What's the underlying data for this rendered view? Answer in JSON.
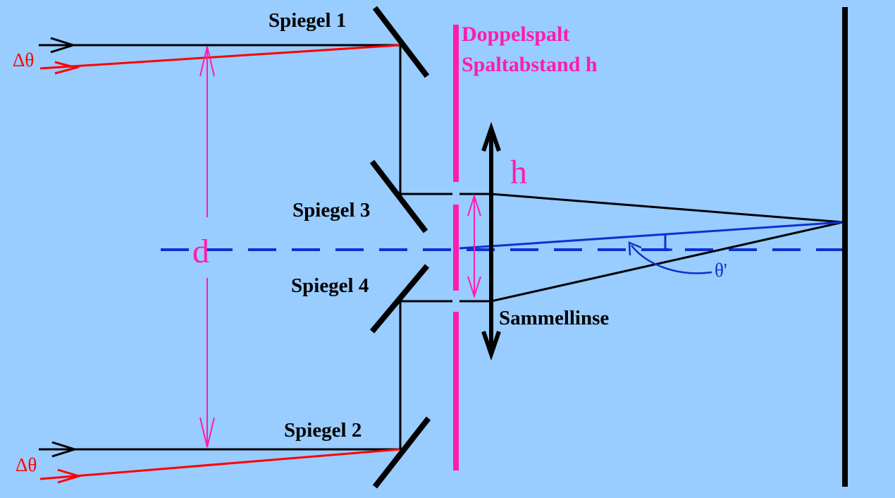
{
  "labels": {
    "mirror1": "Spiegel 1",
    "mirror2": "Spiegel 2",
    "mirror3": "Spiegel 3",
    "mirror4": "Spiegel 4",
    "double_slit": "Doppelspalt",
    "slit_distance": "Spaltabstand h",
    "lens": "Sammellinse",
    "h": "h",
    "d": "d",
    "delta_theta_top": "Δθ",
    "delta_theta_bottom": "Δθ",
    "theta_prime": "θ'"
  },
  "colors": {
    "background": "#99ccff",
    "beam": "#000000",
    "tilted_beam": "#ff0000",
    "slit_and_dimension": "#ff1cae",
    "axis": "#1030d0"
  }
}
